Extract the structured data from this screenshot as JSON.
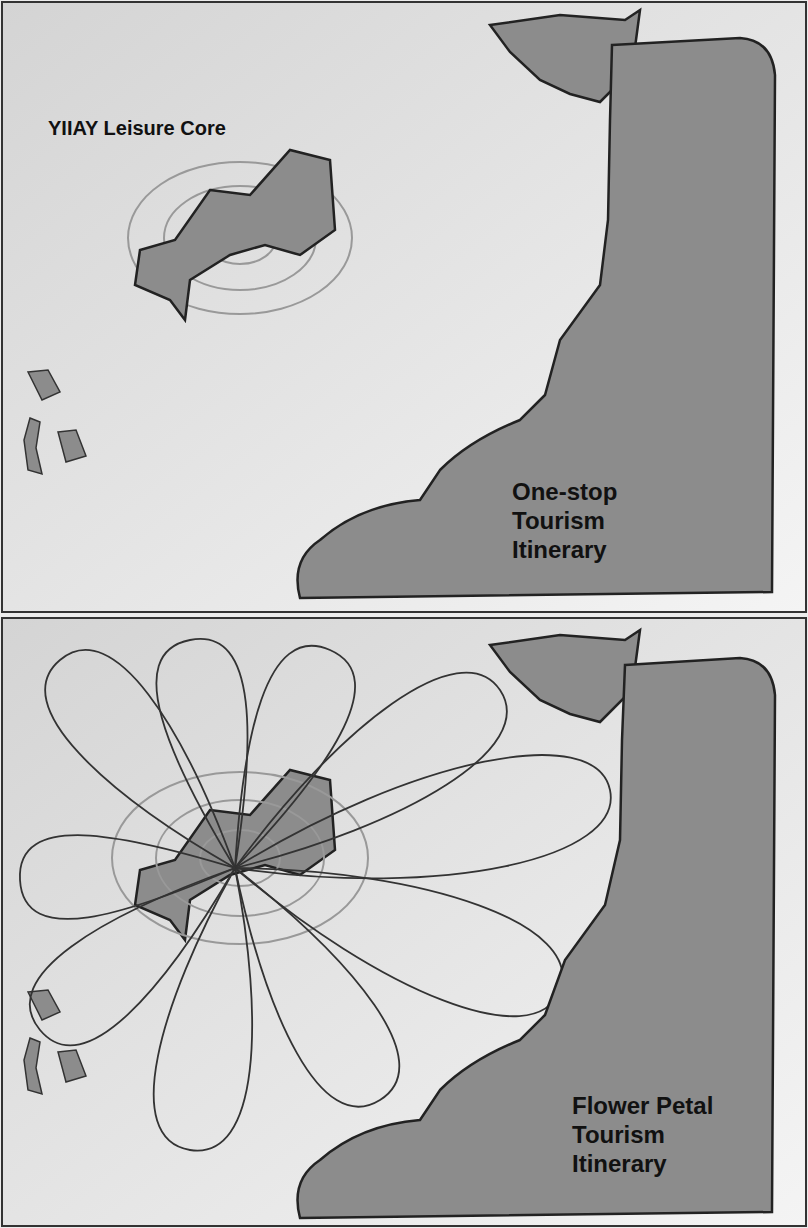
{
  "diagram": {
    "nodes": [
      {
        "text": [
          "YIIAY Leisure Core"
        ]
      },
      {
        "text": [
          "One-stop Tourism Itinerary"
        ]
      },
      {
        "text": [
          "Flower Petal Tourism Itinerary"
        ]
      }
    ]
  }
}
